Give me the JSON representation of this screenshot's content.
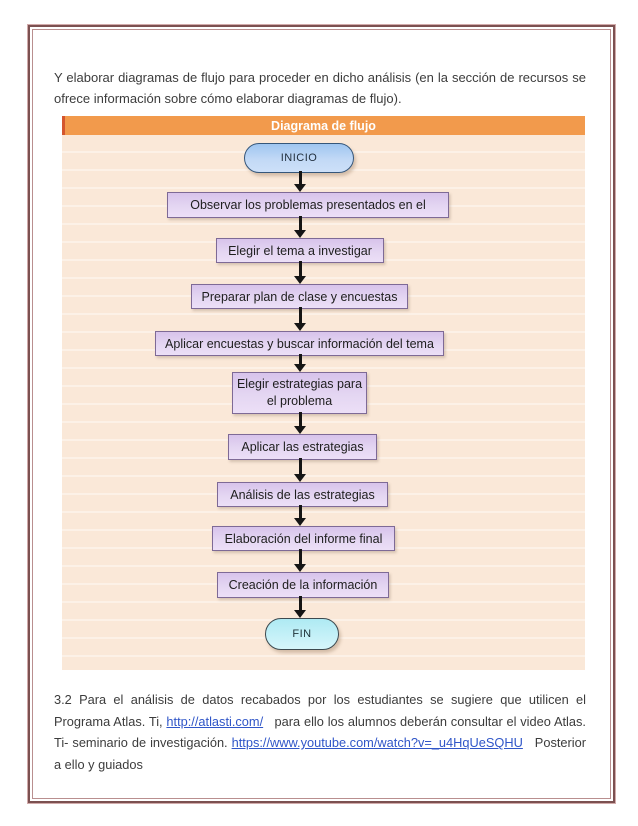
{
  "document": {
    "intro_paragraph": "Y elaborar diagramas de flujo para proceder en dicho análisis (en la sección de recursos se ofrece información sobre cómo elaborar diagramas de flujo).",
    "closing": {
      "part1": "3.2 Para el análisis de datos recabados por los estudiantes se sugiere que utilicen el Programa Atlas. Ti, ",
      "link1": "http://atlasti.com/",
      "part2": "   para ello los alumnos deberán consultar el video Atlas. Ti- seminario de investigación. ",
      "link2": "https://www.youtube.com/watch?v=_u4HqUeSQHU",
      "part3": "   Posterior a ello y guiados"
    }
  },
  "flowchart": {
    "title": "Diagrama de flujo",
    "start_label": "INICIO",
    "end_label": "FIN",
    "steps": [
      "Observar los problemas presentados en el",
      "Elegir el tema a investigar",
      "Preparar plan de clase y encuestas",
      "Aplicar encuestas  y buscar información del tema",
      "Elegir estrategias para el problema",
      "Aplicar las estrategias",
      "Análisis de las estrategias",
      "Elaboración del informe final",
      "Creación de la información"
    ],
    "colors": {
      "header_bg": "#F29A4C",
      "header_accent": "#D4562E",
      "header_text": "#FFFFFF",
      "canvas_bg": "#FAE8D8",
      "step_fill": "#DCC9EE",
      "step_border": "#7E6A96",
      "start_fill": "#A9CBF2",
      "start_border": "#35567A",
      "end_fill": "#B4ECF4",
      "end_border": "#3D4A50",
      "arrow": "#151515",
      "link": "#3056C8",
      "frame_border": "#7C5151"
    }
  }
}
